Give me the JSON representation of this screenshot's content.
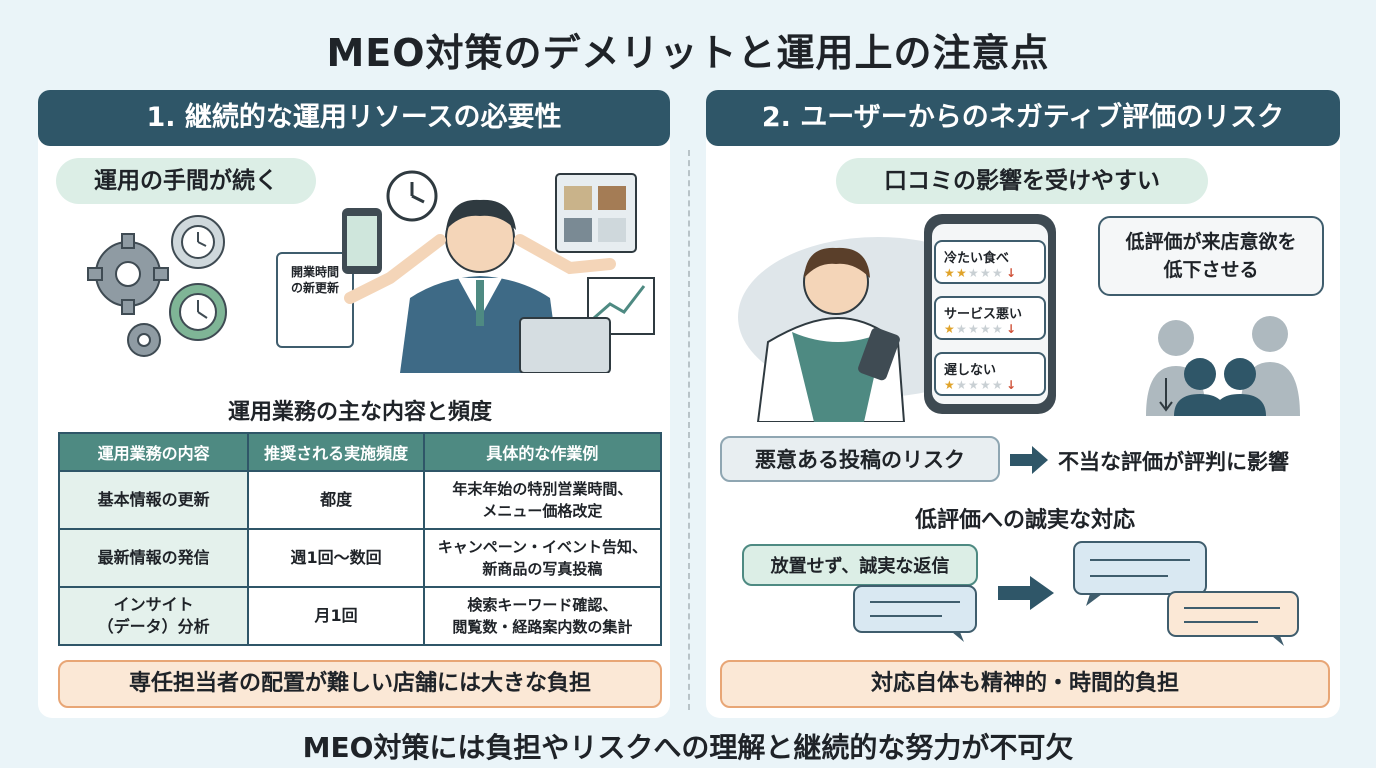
{
  "title": "MEO対策のデメリットと運用上の注意点",
  "footer": "MEO対策には負担やリスクへの理解と継続的な努力が不可欠",
  "left": {
    "header": "1. 継続的な運用リソースの必要性",
    "pill": "運用の手間が続く",
    "notice_card": "開業時間の新更新",
    "table_title": "運用業務の主な内容と頻度",
    "table": {
      "headers": [
        "運用業務の内容",
        "推奨される実施頻度",
        "具体的な作業例"
      ],
      "rows": [
        [
          "基本情報の更新",
          "都度",
          "年末年始の特別営業時間、\nメニュー価格改定"
        ],
        [
          "最新情報の発信",
          "週1回〜数回",
          "キャンペーン・イベント告知、\n新商品の写真投稿"
        ],
        [
          "インサイト\n（データ）分析",
          "月1回",
          "検索キーワード確認、\n閲覧数・経路案内数の集計"
        ]
      ]
    },
    "callout": "専任担当者の配置が難しい店舗には大きな負担"
  },
  "right": {
    "header": "2. ユーザーからのネガティブ評価のリスク",
    "pill": "口コミの影響を受けやすい",
    "reviews": [
      {
        "text": "冷たい食べ",
        "stars": 2
      },
      {
        "text": "サービス悪い",
        "stars": 1
      },
      {
        "text": "遅しない",
        "stars": 1
      }
    ],
    "speech": "低評価が来店意欲を\n低下させる",
    "risk_box": "悪意ある投稿のリスク",
    "risk_result": "不当な評価が評判に影響",
    "response_title": "低評価への誠実な対応",
    "reply_bubble": "放置せず、誠実な返信",
    "callout": "対応自体も精神的・時間的負担"
  },
  "colors": {
    "header_bg": "#2f5668",
    "accent_green": "#4e8a82",
    "callout_bg": "#fbe8d6",
    "pill_bg": "#dceee6"
  }
}
